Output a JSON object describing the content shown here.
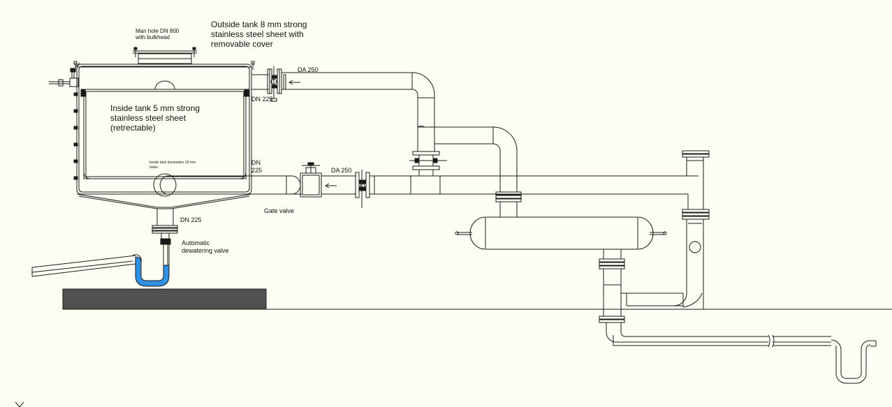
{
  "labels": {
    "manhole": "Man hole DN 800\nwith bulkhead",
    "outside_tank": "Outside tank 8 mm strong\nstainless steel sheet with\nremovable cover",
    "inside_tank": "Inside tank 5 mm strong\n stainless steel sheet\n(retrectable)",
    "inside_holes": "Inside tank downstairs 10 mm\nholes",
    "dn225_top": "DN 225",
    "dn225_mid": "DN\n225",
    "dn225_bottom": "DN 225",
    "da250_top": "DA 250",
    "da250_mid": "DA 250",
    "gate_valve": "Gate valve",
    "auto_valve": "Automatic\ndewatering valve"
  },
  "colors": {
    "background": "#fdfdf3",
    "line": "#1a1a1a",
    "water": "#2f8fe0",
    "slab": "#505050"
  }
}
